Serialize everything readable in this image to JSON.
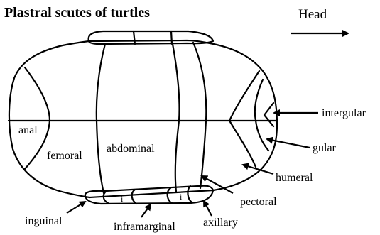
{
  "title": "Plastral scutes of turtles",
  "direction_label": "Head",
  "scutes": {
    "anal": "anal",
    "femoral": "femoral",
    "abdominal": "abdominal",
    "inframarginal_small_1": "i",
    "inframarginal_small_2": "i"
  },
  "callouts": {
    "intergular": "intergular",
    "gular": "gular",
    "humeral": "humeral",
    "pectoral": "pectoral",
    "axillary": "axillary",
    "inframarginal": "inframarginal",
    "inguinal": "inguinal"
  }
}
